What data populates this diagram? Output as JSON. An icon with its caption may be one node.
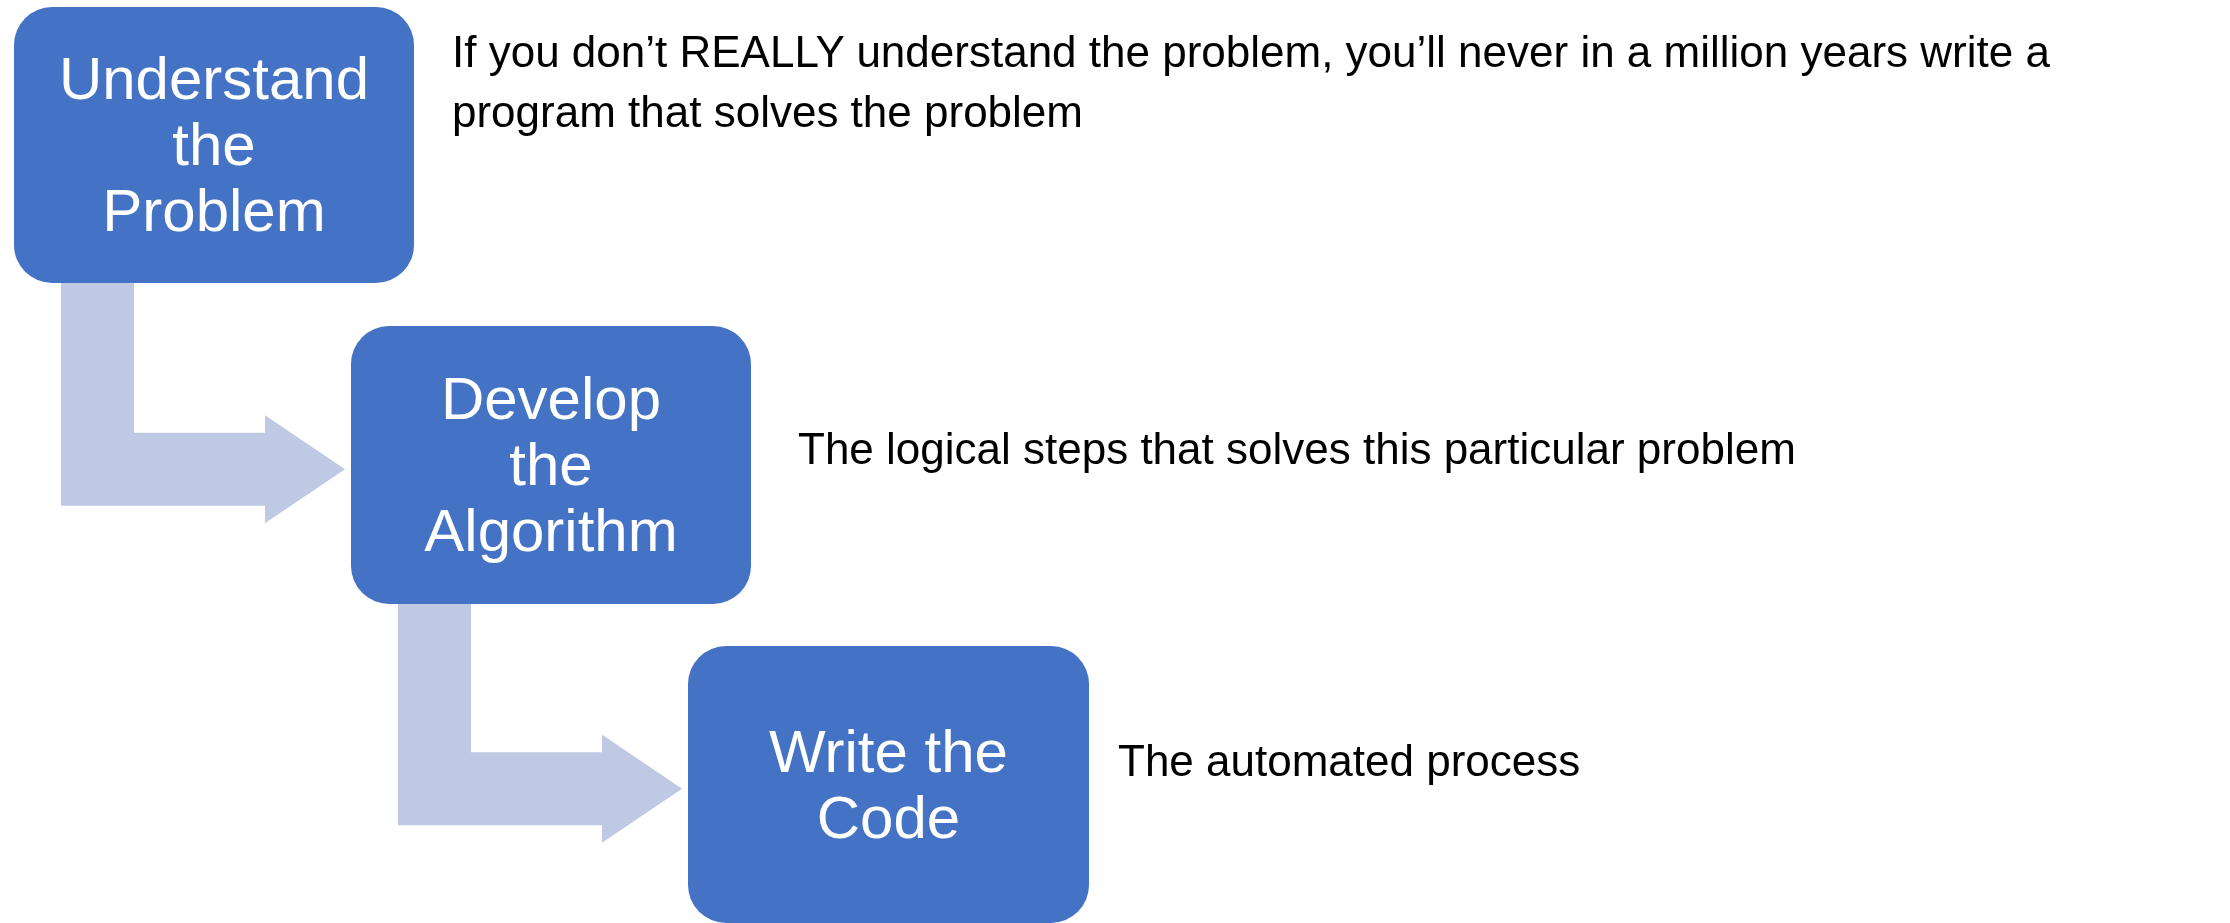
{
  "diagram": {
    "nodes": [
      {
        "text": [
          "Understand the Problem"
        ],
        "beside": [
          "If you don’t REALLY understand the problem, you’ll never in a million years write a program that solves the problem"
        ]
      },
      {
        "text": [
          "Develop the Algorithm"
        ],
        "beside": [
          "The logical steps that solves this particular problem"
        ]
      },
      {
        "text": [
          "Write the Code"
        ],
        "beside": [
          "The automated process"
        ]
      }
    ],
    "edges": [
      {
        "from": 0,
        "to": 1,
        "arrow": "to"
      },
      {
        "from": 1,
        "to": 2,
        "arrow": "to"
      }
    ]
  }
}
